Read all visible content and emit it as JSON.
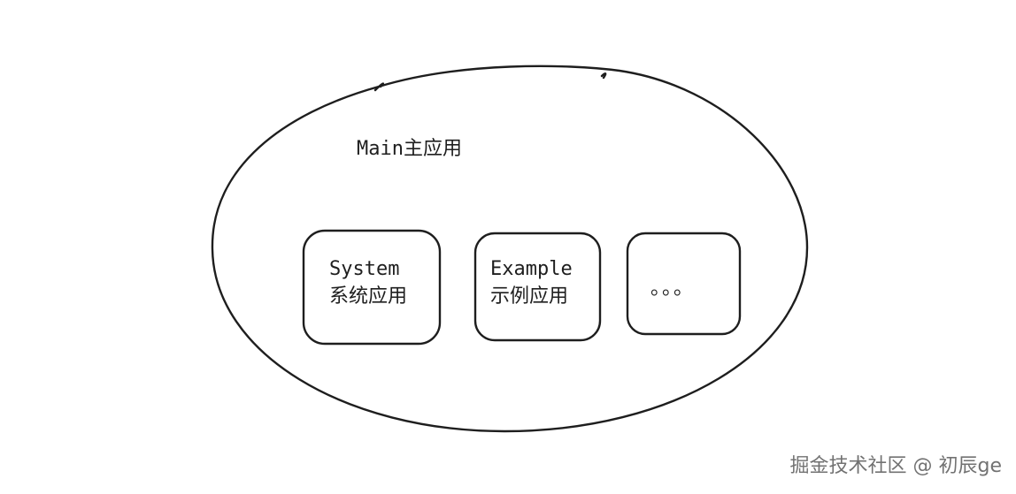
{
  "main_app": {
    "label": "Main主应用"
  },
  "sub_apps": [
    {
      "title": "System",
      "subtitle": "系统应用"
    },
    {
      "title": "Example",
      "subtitle": "示例应用"
    },
    {
      "title": "。。。"
    }
  ],
  "watermark": {
    "text": "掘金技术社区 @ 初辰ge"
  },
  "colors": {
    "stroke": "#1e1e1e",
    "background": "#ffffff",
    "watermark": "#6b6b6b"
  }
}
